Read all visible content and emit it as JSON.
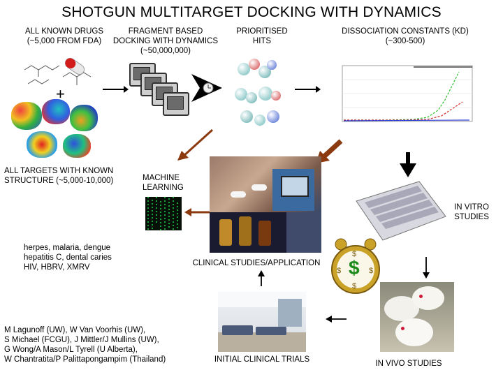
{
  "title": "SHOTGUN MULTITARGET DOCKING WITH DYNAMICS",
  "labels": {
    "known_drugs": [
      "ALL KNOWN DRUGS",
      "(~5,000 FROM FDA)"
    ],
    "fragment_docking": [
      "FRAGMENT BASED",
      "DOCKING WITH DYNAMICS",
      "(~50,000,000)"
    ],
    "prioritised_hits": [
      "PRIORITISED",
      "HITS"
    ],
    "dissociation": [
      "DISSOCIATION CONSTANTS (KD)",
      "(~300-500)"
    ],
    "known_targets": [
      "ALL TARGETS WITH KNOWN",
      "STRUCTURE  (~5,000-10,000)"
    ],
    "machine_learning": [
      "MACHINE",
      "LEARNING"
    ],
    "in_vitro": [
      "IN VITRO",
      "STUDIES"
    ],
    "clinical_studies": "CLINICAL STUDIES/APPLICATION",
    "initial_trials": "INITIAL CLINICAL TRIALS",
    "in_vivo": "IN VIVO STUDIES",
    "plus": "+"
  },
  "diseases": [
    "herpes, malaria, dengue",
    "hepatitis C, dental caries",
    "HIV, HBRV, XMRV"
  ],
  "credits": [
    "M Lagunoff (UW), W Van Voorhis (UW),",
    "S Michael (FCGU), J Mittler/J Mullins (UW),",
    "G Wong/A Mason/L Tyrell (U Alberta),",
    "W Chantratita/P Palittapongampim (Thailand)"
  ],
  "clock_symbols": {
    "center": "$",
    "ring": [
      "$",
      "$",
      "$",
      "$"
    ]
  },
  "colors": {
    "arrow_black": "#000000",
    "arrow_brown": "#8b3a0f",
    "clock_gold": "#c9a227",
    "dollar_green": "#1a8a1a"
  },
  "icons": [
    "pill-capsule-icon",
    "computer-monitor-icon",
    "chevron-right-arrow-icon",
    "alarm-clock-icon",
    "matrix-code-icon",
    "microtiter-plate-icon"
  ]
}
